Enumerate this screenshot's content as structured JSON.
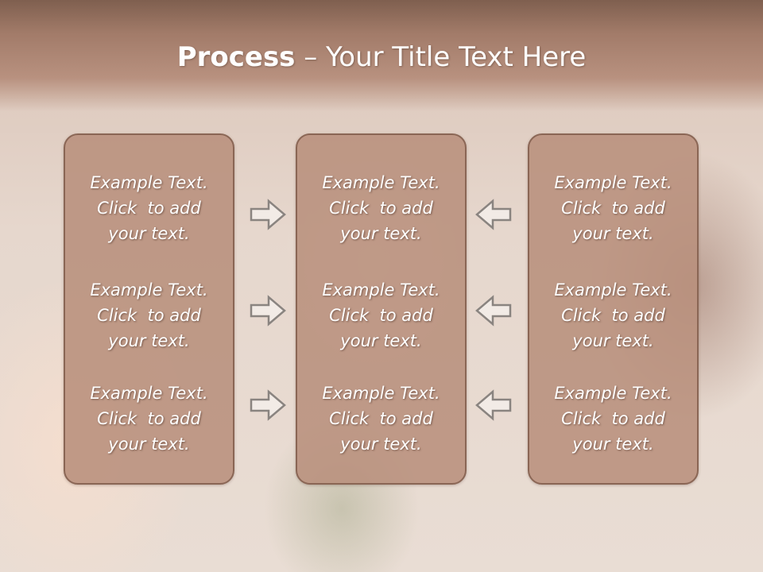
{
  "title": {
    "bold": "Process",
    "rest": " – Your Title Text Here"
  },
  "columns": [
    {
      "items": [
        {
          "l1": "Example Text.",
          "l2": "Click  to add",
          "l3": "your text."
        },
        {
          "l1": "Example Text.",
          "l2": "Click  to add",
          "l3": "your text."
        },
        {
          "l1": "Example Text.",
          "l2": "Click  to add",
          "l3": "your text."
        }
      ]
    },
    {
      "items": [
        {
          "l1": "Example Text.",
          "l2": "Click  to add",
          "l3": "your text."
        },
        {
          "l1": "Example Text.",
          "l2": "Click  to add",
          "l3": "your text."
        },
        {
          "l1": "Example Text.",
          "l2": "Click  to add",
          "l3": "your text."
        }
      ]
    },
    {
      "items": [
        {
          "l1": "Example Text.",
          "l2": "Click  to add",
          "l3": "your text."
        },
        {
          "l1": "Example Text.",
          "l2": "Click  to add",
          "l3": "your text."
        },
        {
          "l1": "Example Text.",
          "l2": "Click  to add",
          "l3": "your text."
        }
      ]
    }
  ],
  "arrows": {
    "left_group": "arrow-right-icon",
    "right_group": "arrow-left-icon"
  },
  "colors": {
    "header": "#a27b69",
    "box_fill": "#b88f7c",
    "box_border": "#8a6655",
    "text": "#ffffff"
  }
}
